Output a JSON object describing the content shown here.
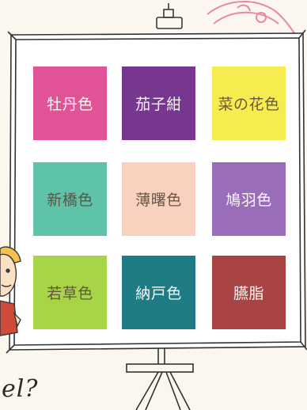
{
  "swatches": [
    {
      "name": "牡丹色",
      "color": "#e05396",
      "text": "light"
    },
    {
      "name": "茄子紺",
      "color": "#78378f",
      "text": "light"
    },
    {
      "name": "菜の花色",
      "color": "#f6ec4f",
      "text": "dark"
    },
    {
      "name": "新橋色",
      "color": "#5fc3a9",
      "text": "dark"
    },
    {
      "name": "薄曙色",
      "color": "#f8d2bf",
      "text": "dark"
    },
    {
      "name": "鳩羽色",
      "color": "#9a6db8",
      "text": "light"
    },
    {
      "name": "若草色",
      "color": "#a8d448",
      "text": "dark"
    },
    {
      "name": "納戸色",
      "color": "#1f7c84",
      "text": "light"
    },
    {
      "name": "臙脂",
      "color": "#a84444",
      "text": "light"
    }
  ],
  "caption": "el?"
}
